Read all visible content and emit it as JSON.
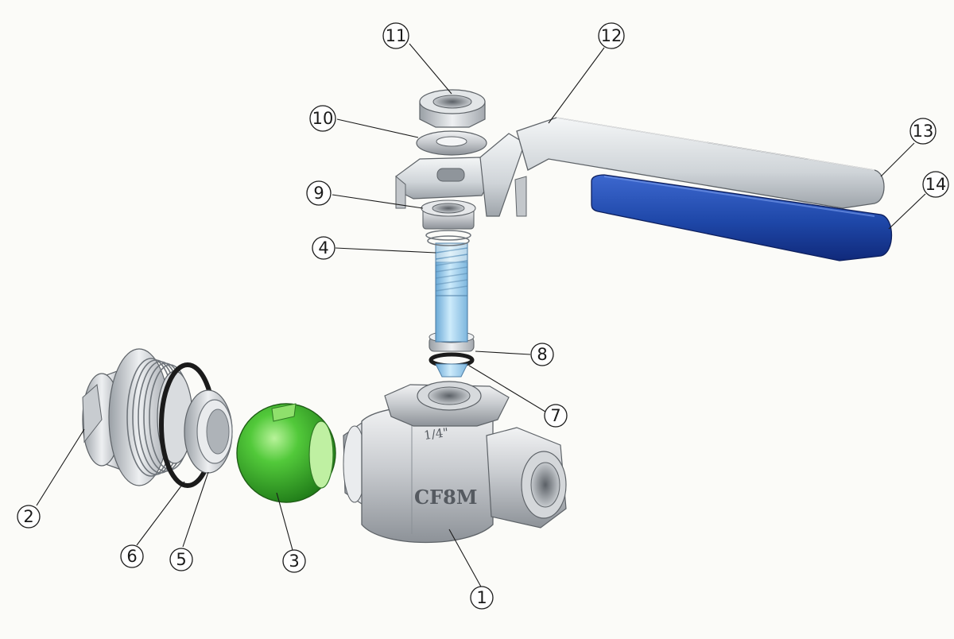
{
  "diagram": {
    "body_size_mark": "1/4\"",
    "body_brand_mark": "CF8M",
    "callouts": [
      {
        "id": "1",
        "label": "①"
      },
      {
        "id": "2",
        "label": "②"
      },
      {
        "id": "3",
        "label": "③"
      },
      {
        "id": "4",
        "label": "④"
      },
      {
        "id": "5",
        "label": "⑤"
      },
      {
        "id": "6",
        "label": "⑥"
      },
      {
        "id": "7",
        "label": "⑦"
      },
      {
        "id": "8",
        "label": "⑧"
      },
      {
        "id": "9",
        "label": "⑨"
      },
      {
        "id": "10",
        "label": "⑩"
      },
      {
        "id": "11",
        "label": "⑪"
      },
      {
        "id": "12",
        "label": "⑫"
      },
      {
        "id": "13",
        "label": "⑬"
      },
      {
        "id": "14",
        "label": "⑭"
      }
    ]
  },
  "colors": {
    "steel_light": "#e6e8ea",
    "steel_mid": "#b9bdc2",
    "steel_dark": "#7d8288",
    "ball_green": "#3fb52a",
    "stem_blue": "#9fd0ee",
    "grip_blue": "#1e47a8",
    "seal_black": "#1b1b1b"
  }
}
